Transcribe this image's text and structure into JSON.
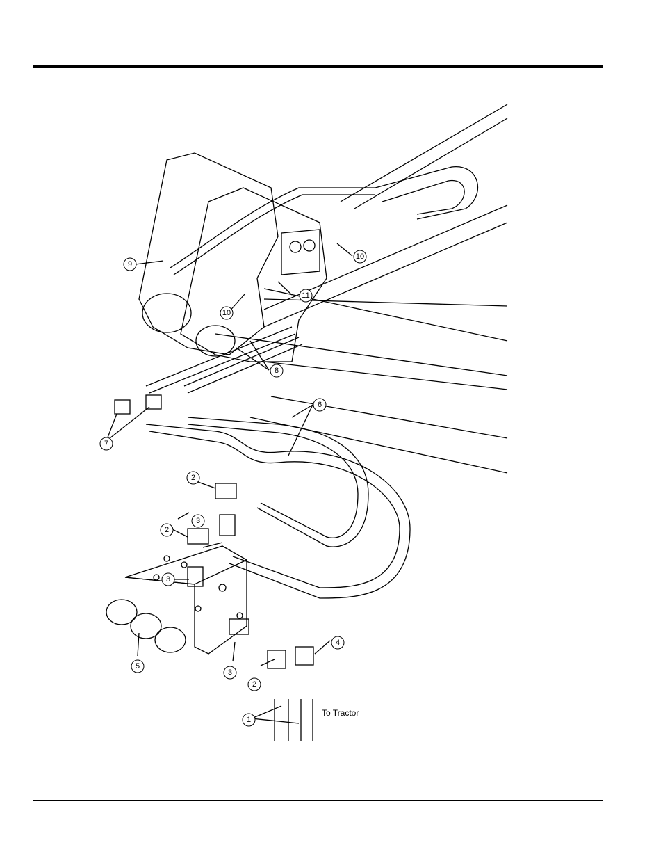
{
  "header": {
    "link_left": "",
    "link_right": ""
  },
  "diagram": {
    "note": "To Tractor",
    "callouts": [
      "1",
      "2",
      "2",
      "2",
      "3",
      "3",
      "3",
      "4",
      "5",
      "6",
      "7",
      "8",
      "9",
      "10",
      "10",
      "11"
    ]
  }
}
